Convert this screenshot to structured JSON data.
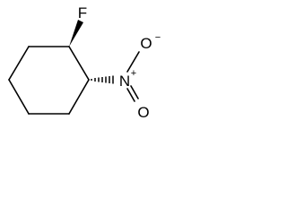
{
  "molecule": {
    "atoms": {
      "fluorine": "F",
      "nitrogen": "N",
      "nitrogen_charge": "+",
      "oxygen_top": "O",
      "oxygen_top_charge": "−",
      "oxygen_bottom": "O"
    },
    "stereo_bonds": {
      "to_fluorine": "wedge",
      "to_nitro": "hash"
    },
    "colors": {
      "ink": "#000000",
      "background": "#ffffff"
    }
  }
}
